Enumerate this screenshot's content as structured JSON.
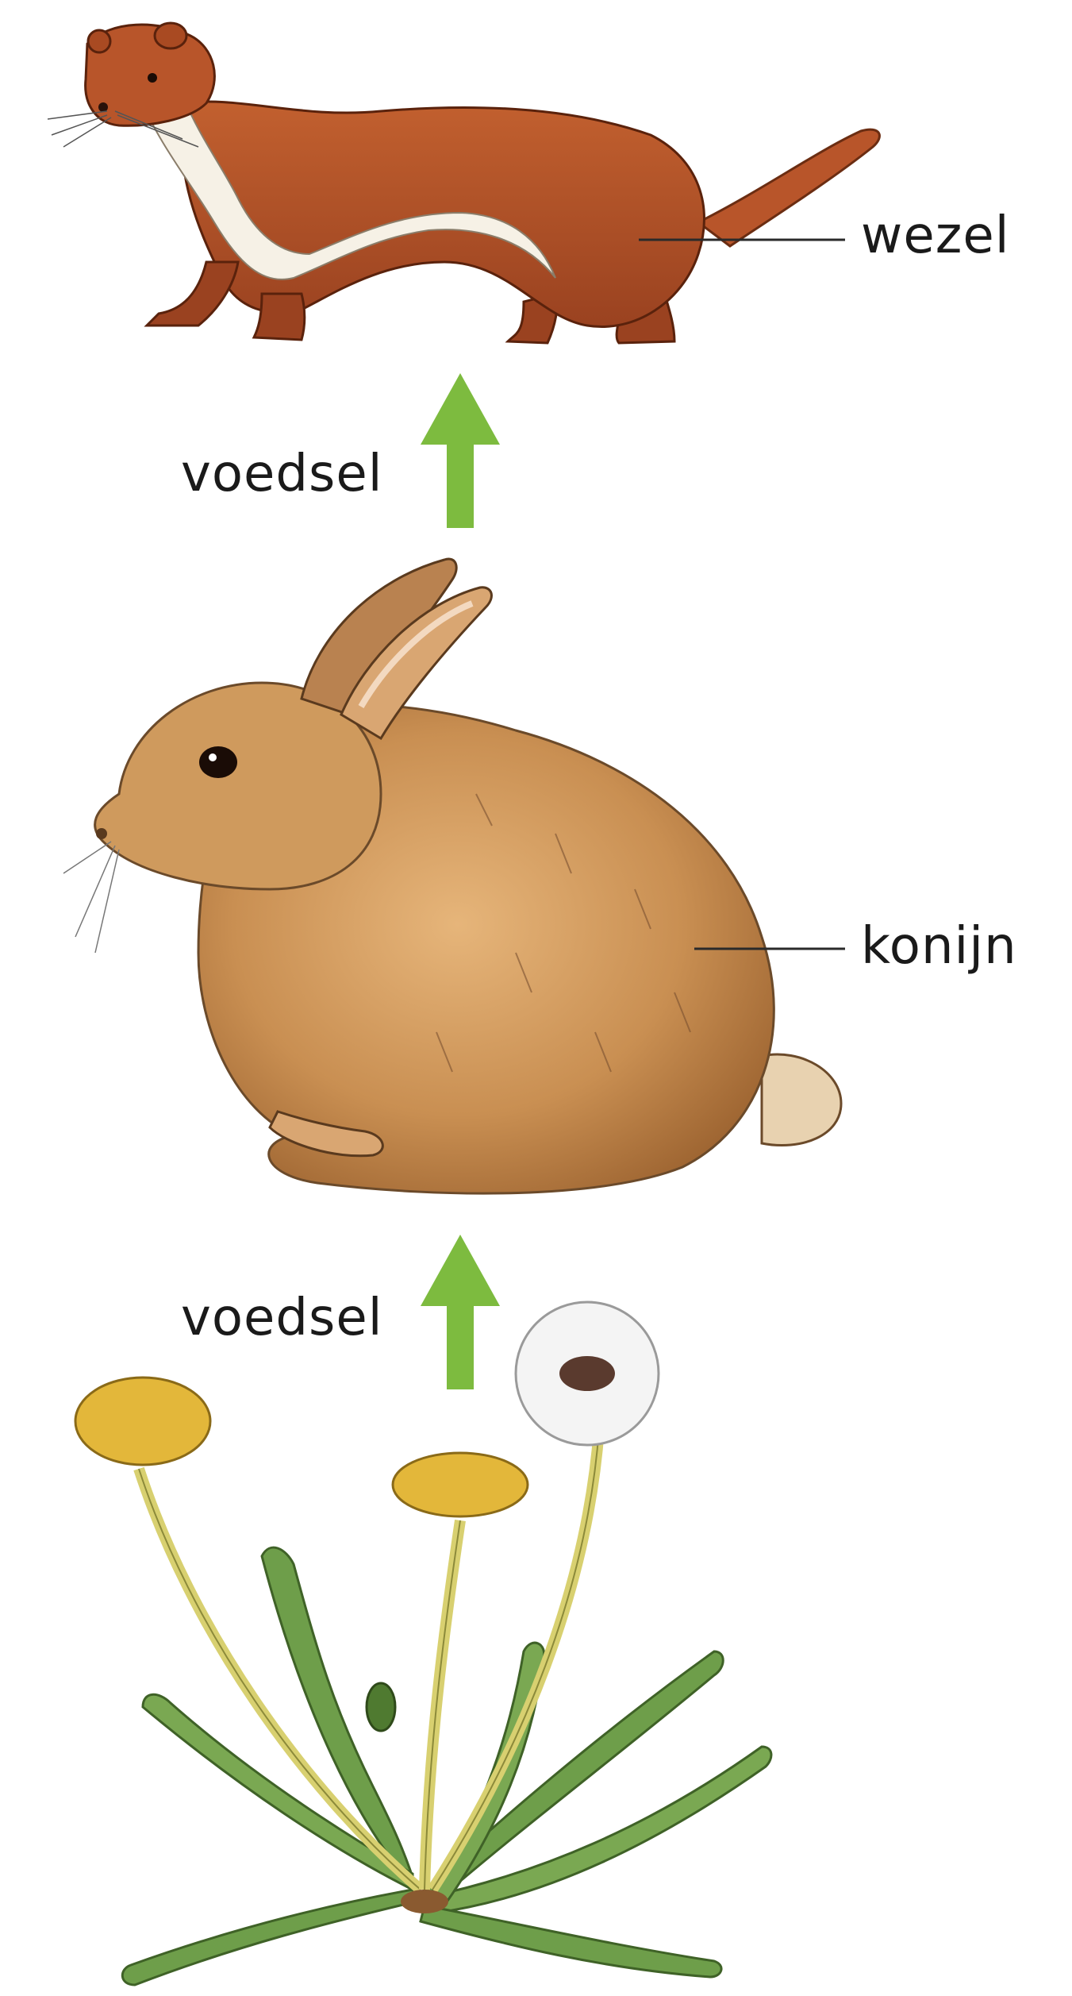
{
  "diagram": {
    "type": "food-chain",
    "organisms": [
      {
        "id": "weasel",
        "label": "wezel"
      },
      {
        "id": "rabbit",
        "label": "konijn"
      },
      {
        "id": "dandelion",
        "label": ""
      }
    ],
    "arrows": [
      {
        "from": "dandelion",
        "to": "rabbit",
        "label": "voedsel"
      },
      {
        "from": "rabbit",
        "to": "weasel",
        "label": "voedsel"
      }
    ],
    "colors": {
      "arrow": "#7dbb3f",
      "weasel_fur": "#b8552a",
      "rabbit_fur": "#c98f52",
      "dandelion_flower": "#e3b73a",
      "leaf": "#6e9e4a"
    }
  }
}
